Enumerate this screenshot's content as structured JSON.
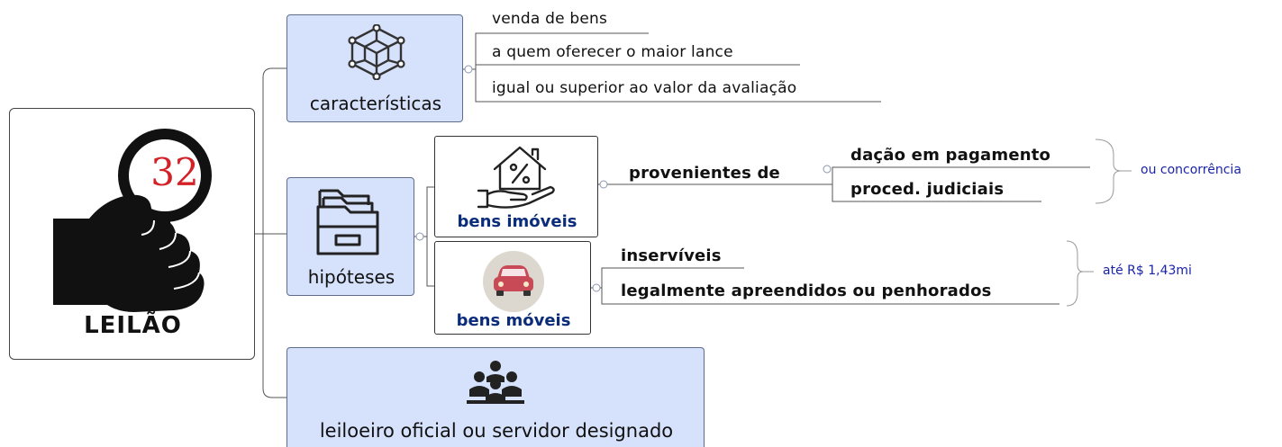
{
  "root": {
    "title": "LEILÃO",
    "badge_number": "32"
  },
  "branches": {
    "caracteristicas": {
      "label": "características",
      "icon": "network-cube-icon",
      "items": [
        "venda de bens",
        "a quem oferecer o maior lance",
        "igual ou superior ao valor da avaliação"
      ]
    },
    "hipoteses": {
      "label": "hipóteses",
      "icon": "file-drawer-icon",
      "imoveis": {
        "label": "bens imóveis",
        "icon": "house-hand-percent-icon",
        "mid": "provenientes de",
        "items": [
          "dação em pagamento",
          "proced. judiciais"
        ],
        "note": "ou concorrência"
      },
      "moveis": {
        "label": "bens móveis",
        "icon": "car-icon",
        "items": [
          "inservíveis",
          "legalmente apreendidos ou penhorados"
        ],
        "note": "até R$ 1,43mi"
      }
    },
    "leiloeiro": {
      "label": "leiloeiro oficial ou servidor designado",
      "icon": "people-group-icon"
    }
  },
  "colors": {
    "node_fill": "#d6e1fb",
    "node_border": "#5f6d8a",
    "note_text": "#1a24a8",
    "sub_label": "#0b2c7a",
    "badge_number": "#d42027"
  }
}
